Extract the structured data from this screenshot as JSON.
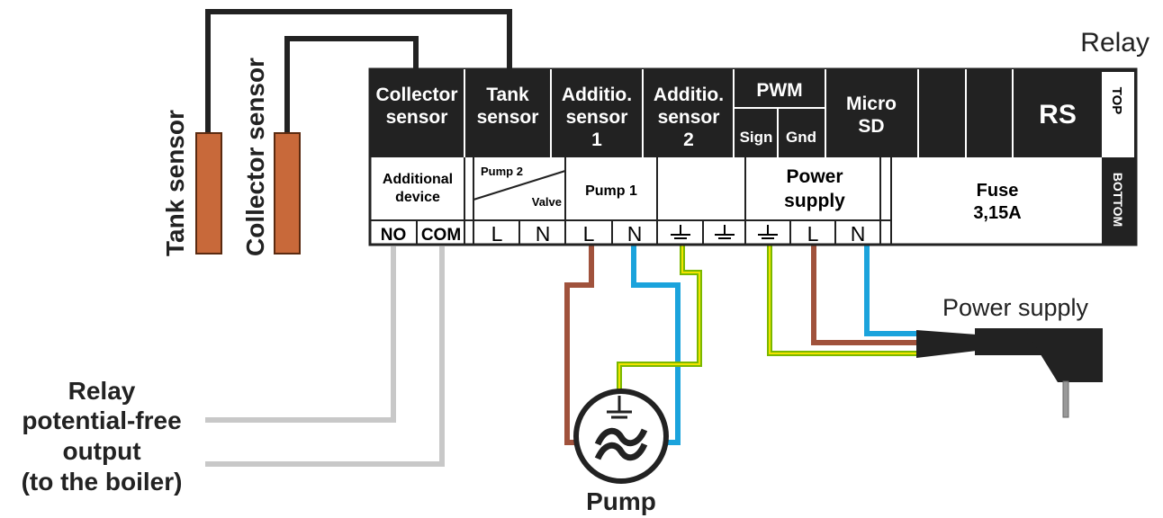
{
  "labels": {
    "relay_title": "Relay",
    "power_supply": "Power supply",
    "pump": "Pump",
    "tank_sensor": "Tank sensor",
    "collector_sensor": "Collector sensor",
    "relay_output_1": "Relay",
    "relay_output_2": "potential-free",
    "relay_output_3": "output",
    "relay_output_4": "(to the boiler)"
  },
  "top_row": {
    "collector_1": "Collector",
    "collector_2": "sensor",
    "tank_1": "Tank",
    "tank_2": "sensor",
    "add1_1": "Additio.",
    "add1_2": "sensor",
    "add1_3": "1",
    "add2_1": "Additio.",
    "add2_2": "sensor",
    "add2_3": "2",
    "pwm": "PWM",
    "pwm_sign": "Sign",
    "pwm_gnd": "Gnd",
    "micro_1": "Micro",
    "micro_2": "SD",
    "rs": "RS",
    "top": "TOP"
  },
  "bottom_row": {
    "additional_1": "Additional",
    "additional_2": "device",
    "pump2": "Pump 2",
    "valve": "Valve",
    "pump1": "Pump 1",
    "power_1": "Power",
    "power_2": "supply",
    "fuse_1": "Fuse",
    "fuse_2": "3,15A",
    "bottom": "BOTTOM"
  },
  "terminals": {
    "no": "NO",
    "com": "COM",
    "l1": "L",
    "n1": "N",
    "l2": "L",
    "n2": "N",
    "l3": "L",
    "n3": "N"
  },
  "colors": {
    "brown": "#a0523c",
    "blue": "#1ba3dc",
    "green": "#7ab800",
    "yellow": "#f2e400",
    "grey": "#c8c8c8",
    "sensor": "#c8693a",
    "dark": "#222222"
  }
}
